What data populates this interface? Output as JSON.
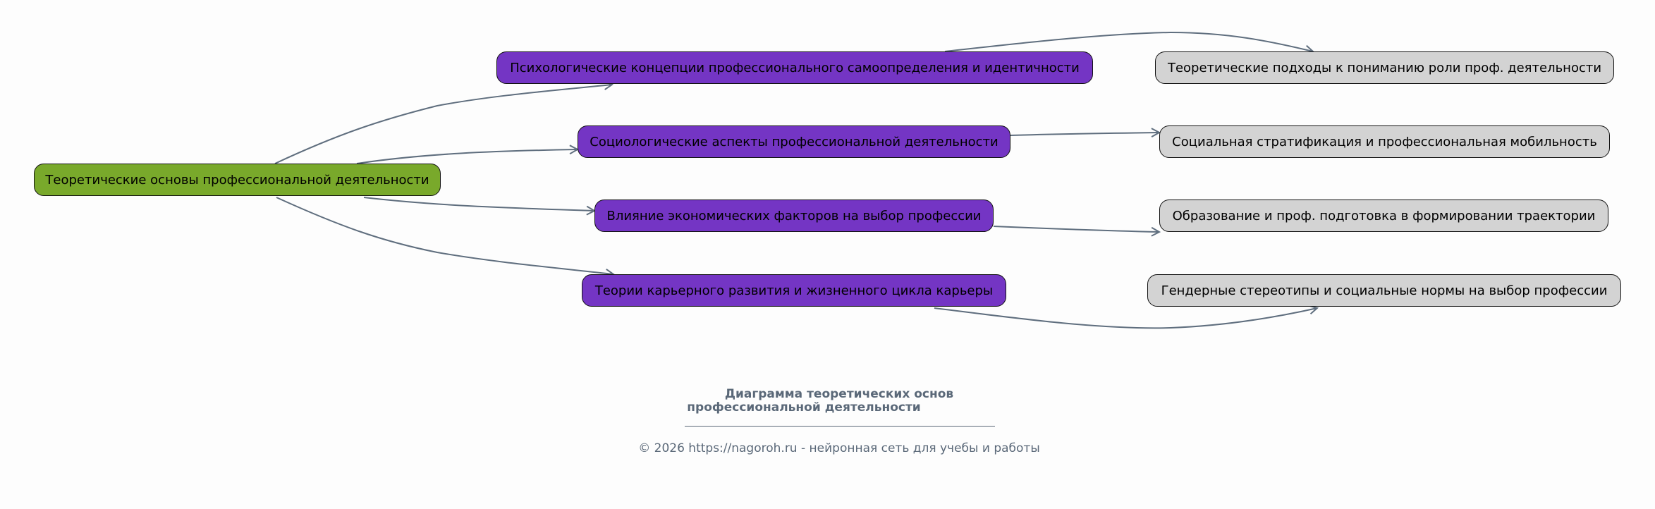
{
  "root": {
    "label": "Теоретические основы профессиональной деятельности"
  },
  "topics": [
    {
      "label": "Психологические концепции профессионального самоопределения и идентичности"
    },
    {
      "label": "Социологические аспекты профессиональной деятельности"
    },
    {
      "label": "Влияние экономических факторов на выбор профессии"
    },
    {
      "label": "Теории карьерного развития и жизненного цикла карьеры"
    }
  ],
  "subtopics": [
    {
      "label": "Теоретические подходы к пониманию роли проф. деятельности"
    },
    {
      "label": "Социальная стратификация и профессиональная мобильность"
    },
    {
      "label": "Образование и проф. подготовка в формировании траектории"
    },
    {
      "label": "Гендерные стереотипы и социальные нормы на выбор профессии"
    }
  ],
  "caption": {
    "title_line1": "Диаграмма теоретических основ",
    "title_line2": "профессиональной деятельности",
    "footer": "© 2026 https://nagoroh.ru - нейронная сеть для учебы и работы"
  },
  "colors": {
    "root": "#79a92b",
    "topic": "#7435c4",
    "subtopic": "#d3d3d3",
    "edge": "#5f6e7e"
  }
}
